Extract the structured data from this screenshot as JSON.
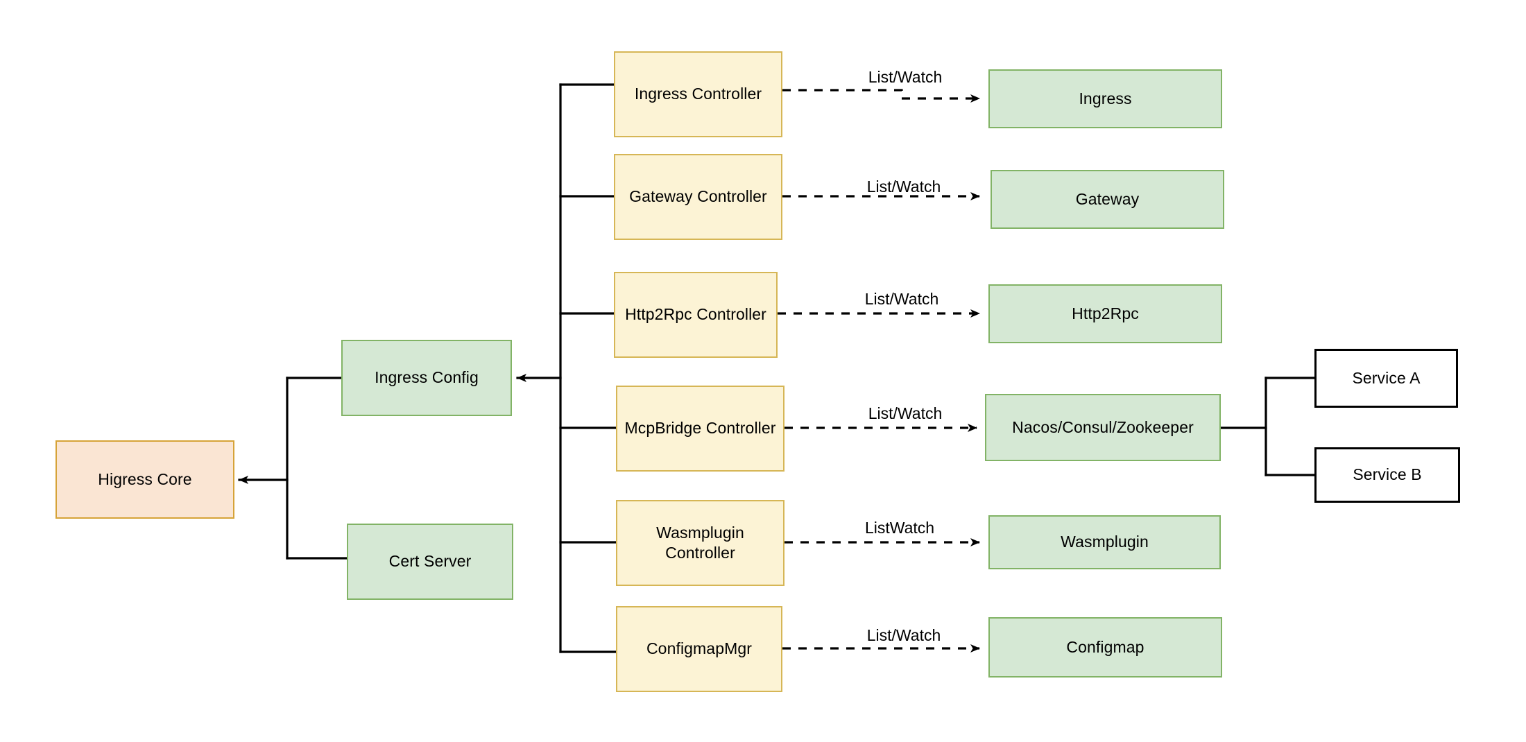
{
  "diagram": {
    "title": "Higress Core architecture",
    "background": "#ffffff",
    "palette": {
      "core_fill": "#fae5d3",
      "core_border": "#d6a338",
      "resource_fill": "#d5e8d4",
      "resource_border": "#82b366",
      "controller_fill": "#fcf3d5",
      "controller_border": "#d6b656",
      "service_fill": "#ffffff",
      "service_border": "#000000",
      "edge_color": "#000000"
    }
  },
  "nodes": {
    "core": {
      "label": "Higress Core"
    },
    "config": {
      "label": "Ingress Config"
    },
    "cert": {
      "label": "Cert Server"
    },
    "controllers": [
      {
        "label": "Ingress Controller"
      },
      {
        "label": "Gateway Controller"
      },
      {
        "label": "Http2Rpc Controller"
      },
      {
        "label": "McpBridge Controller"
      },
      {
        "label": "Wasmplugin\nController"
      },
      {
        "label": "ConfigmapMgr"
      }
    ],
    "resources": [
      {
        "label": "Ingress"
      },
      {
        "label": "Gateway"
      },
      {
        "label": "Http2Rpc"
      },
      {
        "label": "Nacos/Consul/Zookeeper"
      },
      {
        "label": "Wasmplugin"
      },
      {
        "label": "Configmap"
      }
    ],
    "services": [
      {
        "label": "Service A"
      },
      {
        "label": "Service B"
      }
    ]
  },
  "edge_labels": [
    {
      "text": "List/Watch"
    },
    {
      "text": "List/Watch"
    },
    {
      "text": "List/Watch"
    },
    {
      "text": "List/Watch"
    },
    {
      "text": "ListWatch"
    },
    {
      "text": "List/Watch"
    }
  ]
}
